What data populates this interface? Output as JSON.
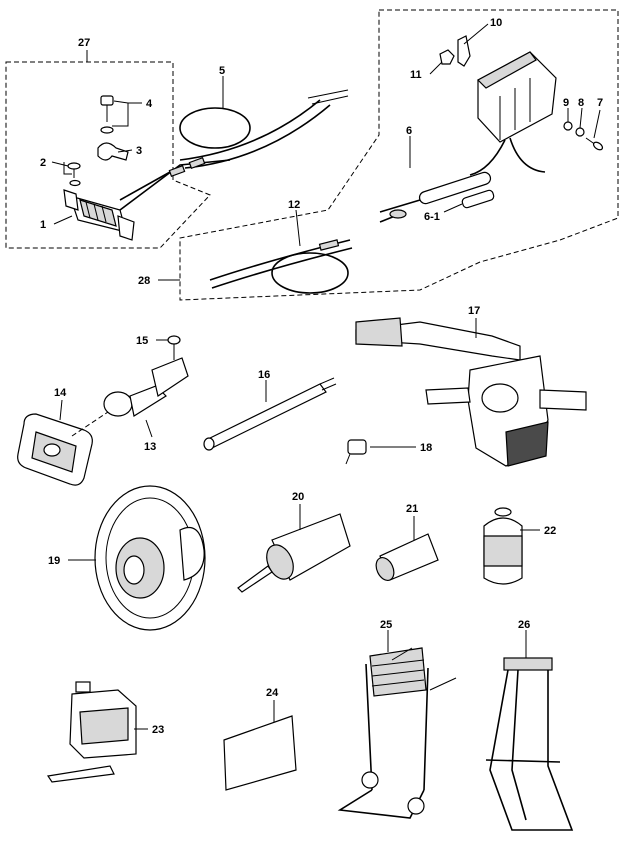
{
  "callouts": [
    {
      "id": "c1",
      "label": "1"
    },
    {
      "id": "c2",
      "label": "2"
    },
    {
      "id": "c3",
      "label": "3"
    },
    {
      "id": "c4",
      "label": "4"
    },
    {
      "id": "c5",
      "label": "5"
    },
    {
      "id": "c6",
      "label": "6"
    },
    {
      "id": "c6_1",
      "label": "6-1"
    },
    {
      "id": "c7",
      "label": "7"
    },
    {
      "id": "c8",
      "label": "8"
    },
    {
      "id": "c9",
      "label": "9"
    },
    {
      "id": "c10",
      "label": "10"
    },
    {
      "id": "c11",
      "label": "11"
    },
    {
      "id": "c12",
      "label": "12"
    },
    {
      "id": "c13",
      "label": "13"
    },
    {
      "id": "c14",
      "label": "14"
    },
    {
      "id": "c15",
      "label": "15"
    },
    {
      "id": "c16",
      "label": "16"
    },
    {
      "id": "c17",
      "label": "17"
    },
    {
      "id": "c18",
      "label": "18"
    },
    {
      "id": "c19",
      "label": "19"
    },
    {
      "id": "c20",
      "label": "20"
    },
    {
      "id": "c21",
      "label": "21"
    },
    {
      "id": "c22",
      "label": "22"
    },
    {
      "id": "c23",
      "label": "23"
    },
    {
      "id": "c24",
      "label": "24"
    },
    {
      "id": "c25",
      "label": "25"
    },
    {
      "id": "c26",
      "label": "26"
    },
    {
      "id": "c27",
      "label": "27"
    },
    {
      "id": "c28",
      "label": "28"
    }
  ]
}
